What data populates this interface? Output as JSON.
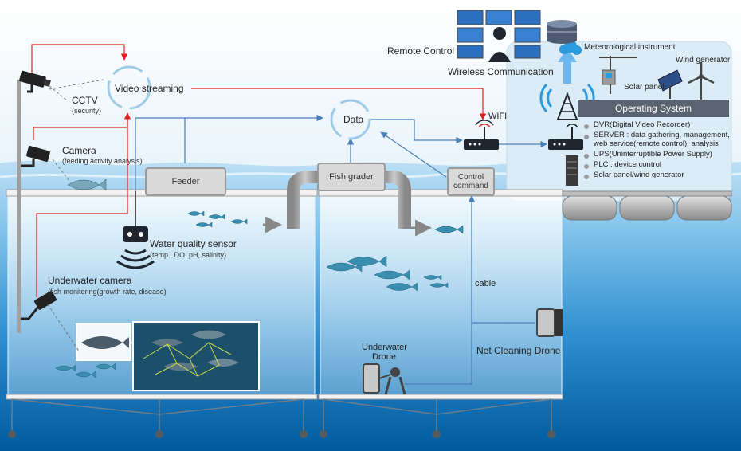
{
  "labels": {
    "remote_control": "Remote Control",
    "meteorological_instrument": "Meteorological instrument",
    "wind_generator": "Wind generator",
    "solar_panel": "Solar panel",
    "wireless_communication": "Wireless Communication",
    "video_streaming": "Video streaming",
    "cctv": "CCTV",
    "cctv_sub": "(security)",
    "camera": "Camera",
    "camera_sub": "(feeding activity analysis)",
    "feeder": "Feeder",
    "fish_grader": "Fish grader",
    "data": "Data",
    "wifi": "WIFI",
    "control_command": "Control command",
    "water_quality_sensor": "Water quality sensor",
    "water_quality_sensor_sub": "(temp., DO, pH, salinity)",
    "underwater_camera": "Underwater camera",
    "underwater_camera_sub": "(fish monitoring(growth rate, disease)",
    "cable": "cable",
    "underwater_drone": "Underwater Drone",
    "net_cleaning_drone": "Net Cleaning Drone"
  },
  "operating_system": {
    "title": "Operating System",
    "items": [
      "DVR(Digital Video Recorder)",
      "SERVER : data gathering, management, web service(remote control), analysis",
      "UPS(Uninterruptible Power Supply)",
      "PLC : device control",
      "Solar panel/wind generator"
    ]
  },
  "colors": {
    "sea_light": "#e3f1fb",
    "sea_deep": "#005a9e",
    "red_arrow": "#e02020",
    "blue_arrow": "#4a7fb8",
    "device_gray": "#d9d9d9"
  }
}
